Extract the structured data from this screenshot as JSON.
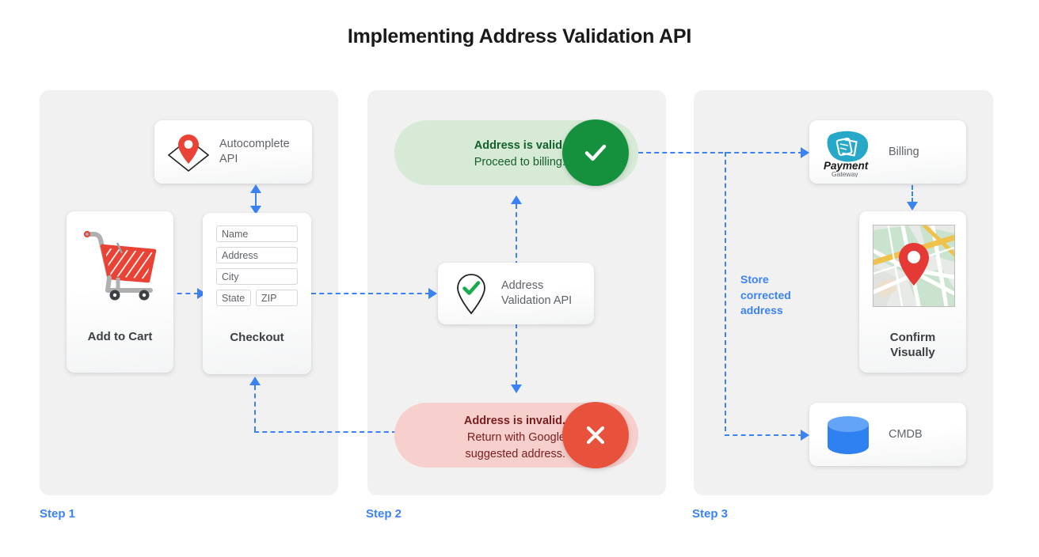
{
  "page": {
    "title": "Implementing Address Validation API",
    "background": "#ffffff",
    "accent_blue": "#3b82f6",
    "valid_green": "#15903c",
    "invalid_red": "#e8513c"
  },
  "steps": [
    {
      "label": "Step 1"
    },
    {
      "label": "Step 2"
    },
    {
      "label": "Step 3"
    }
  ],
  "step1": {
    "autocomplete_card": {
      "label_line1": "Autocomplete",
      "label_line2": "API",
      "icon": "map-pin-diamond-icon"
    },
    "cart_card": {
      "label": "Add to Cart",
      "icon": "shopping-cart-icon"
    },
    "checkout_card": {
      "label": "Checkout",
      "fields": [
        {
          "placeholder": "Name"
        },
        {
          "placeholder": "Address"
        },
        {
          "placeholder": "City"
        },
        {
          "placeholder": "State"
        },
        {
          "placeholder": "ZIP"
        }
      ]
    }
  },
  "step2": {
    "valid_banner": {
      "line1": "Address is valid.",
      "line2": "Proceed to billing.",
      "icon": "check-circle-icon",
      "color": "#15903c"
    },
    "validation_card": {
      "label_line1": "Address",
      "label_line2": "Validation API",
      "icon": "pin-check-icon"
    },
    "invalid_banner": {
      "line1": "Address is invalid.",
      "line2": "Return with Google",
      "line3": "suggested address.",
      "icon": "x-circle-icon",
      "color": "#e8513c"
    }
  },
  "step3": {
    "billing_card": {
      "label": "Billing",
      "logo_line1": "Payment",
      "logo_line2": "Gateway",
      "icon": "payment-gateway-icon"
    },
    "map_card": {
      "label_line1": "Confirm",
      "label_line2": "Visually",
      "icon": "map-thumbnail-icon"
    },
    "cmdb_card": {
      "label": "CMDB",
      "icon": "database-cylinder-icon"
    },
    "store_note": {
      "line1": "Store",
      "line2": "corrected",
      "line3": "address"
    }
  }
}
